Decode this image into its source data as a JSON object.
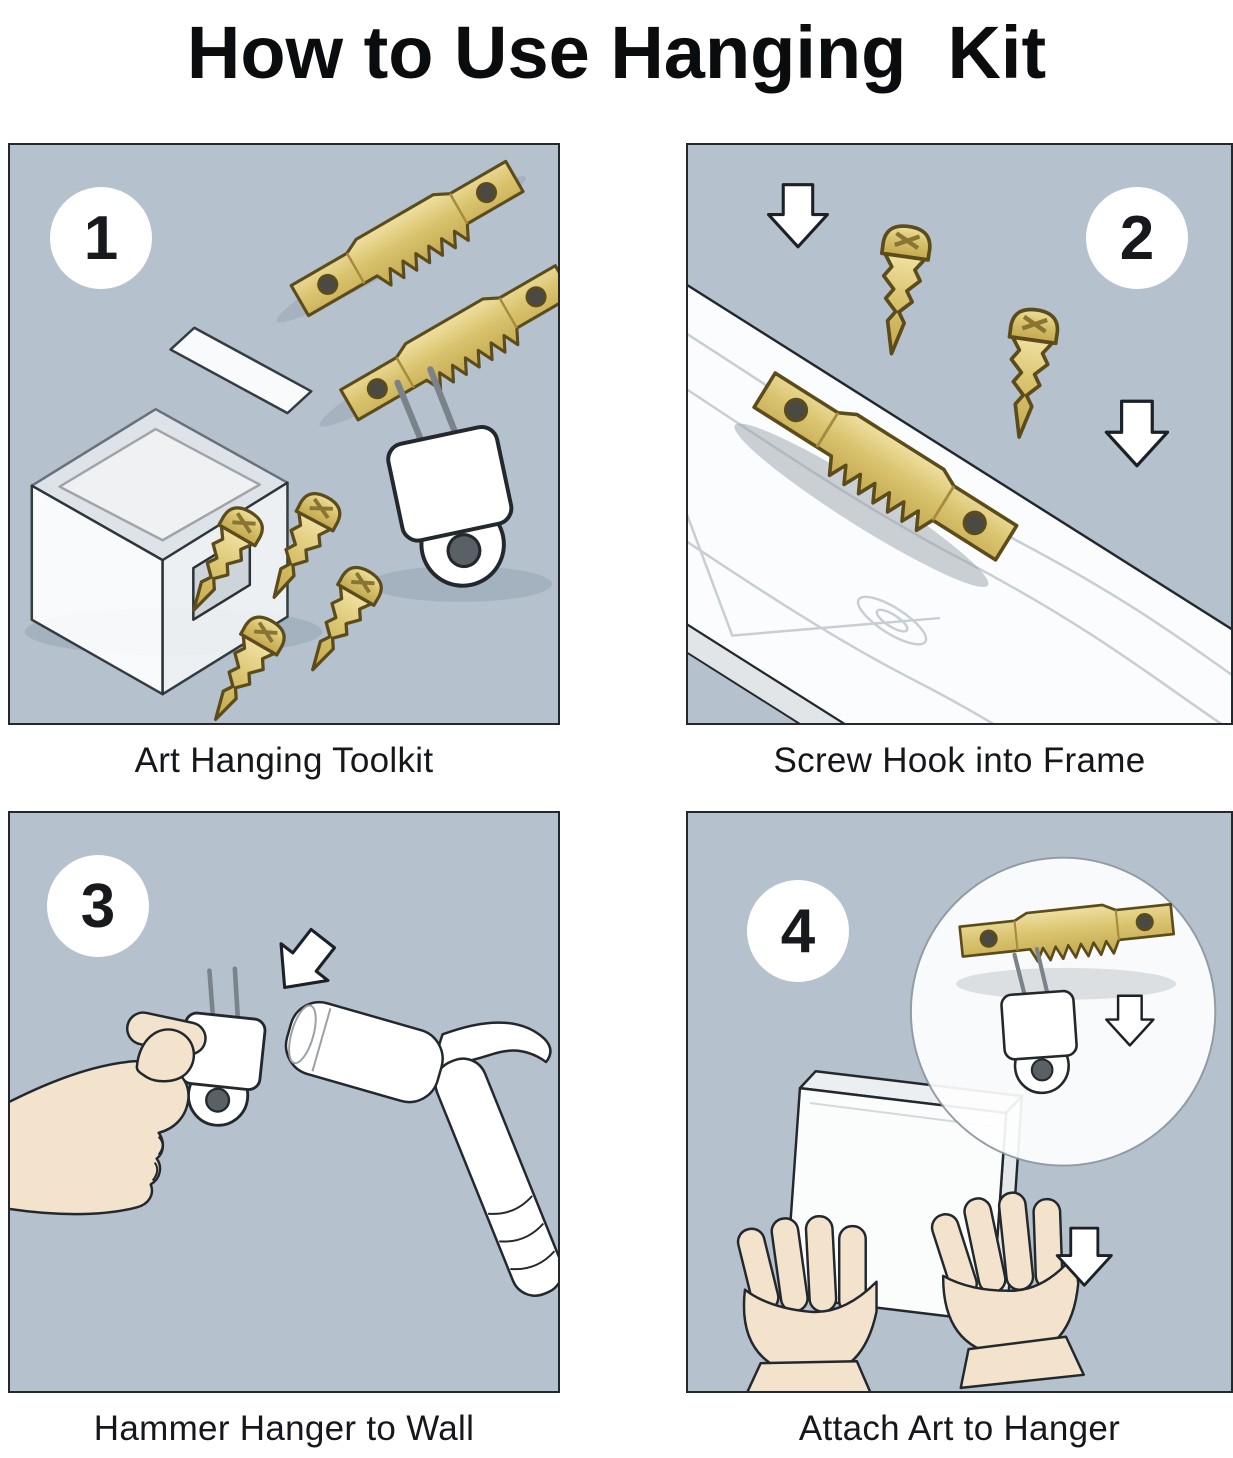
{
  "title": "How to Use Hanging  Kit",
  "steps": [
    {
      "number": "1",
      "caption": "Art Hanging Toolkit"
    },
    {
      "number": "2",
      "caption": "Screw Hook into Frame"
    },
    {
      "number": "3",
      "caption": "Hammer Hanger to Wall"
    },
    {
      "number": "4",
      "caption": "Attach Art to Hanger"
    }
  ],
  "icons": {
    "panel1": [
      "sawtooth-hanger",
      "sawtooth-hanger",
      "storage-box",
      "screw",
      "screw",
      "screw",
      "screw",
      "wall-hook"
    ],
    "panel2": [
      "down-arrow",
      "screw",
      "screw",
      "down-arrow",
      "wood-frame",
      "sawtooth-hanger"
    ],
    "panel3": [
      "down-left-arrow",
      "hand",
      "wall-hook",
      "hammer"
    ],
    "panel4": [
      "magnifier-circle",
      "sawtooth-hanger",
      "wall-hook",
      "down-arrow",
      "canvas-frame",
      "hand",
      "hand",
      "down-arrow"
    ]
  },
  "colors": {
    "background": "#ffffff",
    "panel_background": "#b5c1cd",
    "panel_border": "#23282d",
    "brass": "#d9c36e",
    "brass_highlight": "#efe0a0",
    "brass_shadow": "#c3a94f",
    "brass_outline": "#5c4c1b",
    "skin": "#f3e3cd",
    "white_object": "#fdfdfd",
    "outline": "#23282d",
    "shadow": "#93a2b1"
  }
}
